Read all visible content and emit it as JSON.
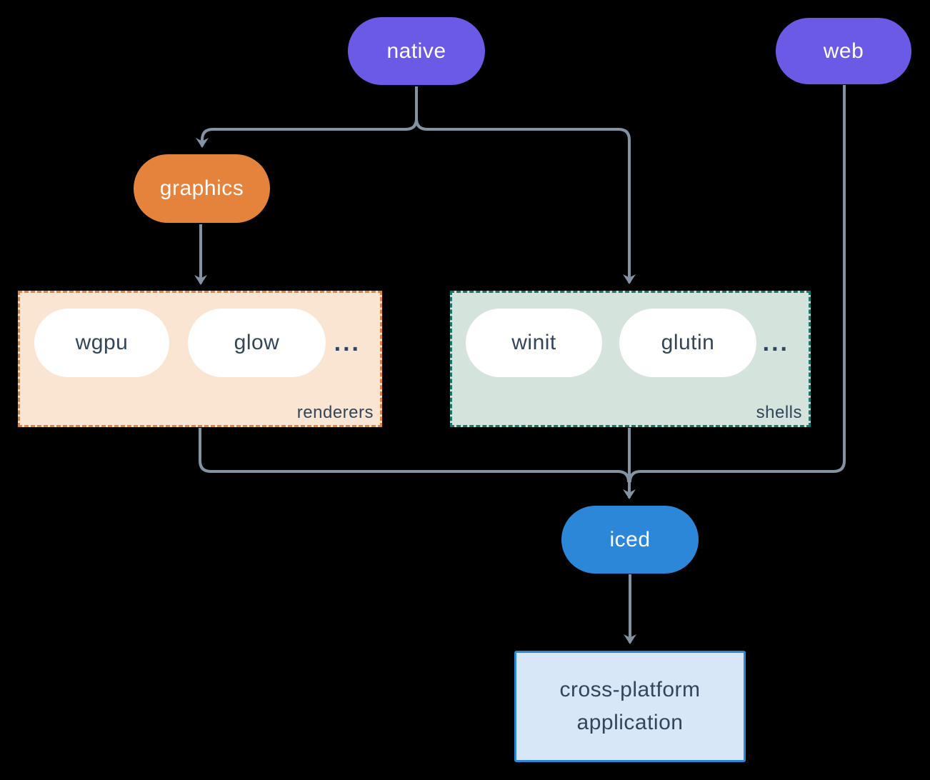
{
  "colors": {
    "background": "#000000",
    "edge": "#8393a4",
    "purple": "#6a5ae6",
    "orange": "#e5833c",
    "blue": "#2d87d8",
    "ink": "#32455a",
    "pill-white": "#ffffff",
    "renderers-fill": "#fae5d3",
    "renderers-border": "#e5833c",
    "shells-fill": "#d4e3dc",
    "shells-border": "#17786a",
    "app-fill": "#d7e7f8",
    "app-border": "#2d87d8"
  },
  "nodes": {
    "native": {
      "label": "native"
    },
    "web": {
      "label": "web"
    },
    "graphics": {
      "label": "graphics"
    },
    "iced": {
      "label": "iced"
    },
    "application": {
      "line1": "cross-platform",
      "line2": "application"
    }
  },
  "groups": {
    "renderers": {
      "label": "renderers",
      "items": [
        "wgpu",
        "glow"
      ],
      "more": "..."
    },
    "shells": {
      "label": "shells",
      "items": [
        "winit",
        "glutin"
      ],
      "more": "..."
    }
  },
  "edges": [
    {
      "from": "native",
      "to": "graphics",
      "arrow": true
    },
    {
      "from": "native",
      "to": "shells",
      "arrow": true
    },
    {
      "from": "graphics",
      "to": "renderers",
      "arrow": true
    },
    {
      "from": "renderers",
      "to": "iced",
      "arrow": false
    },
    {
      "from": "web",
      "to": "iced",
      "arrow": false
    },
    {
      "from": "shells",
      "to": "iced",
      "arrow": true
    },
    {
      "from": "iced",
      "to": "application",
      "arrow": true
    }
  ]
}
